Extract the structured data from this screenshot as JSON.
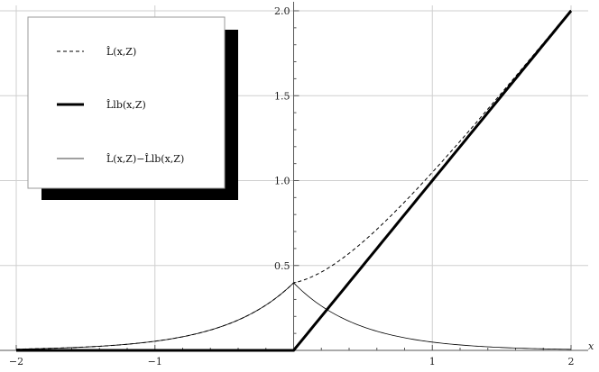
{
  "chart_data": {
    "type": "line",
    "title": "",
    "xlabel": "x",
    "ylabel": "",
    "xlim": [
      -2,
      2
    ],
    "ylim": [
      0,
      2.0
    ],
    "grid": true,
    "legend_position": "top-left",
    "x_ticks": [
      {
        "value": -2,
        "label": "−2"
      },
      {
        "value": -1,
        "label": "−1"
      },
      {
        "value": 1,
        "label": "1"
      },
      {
        "value": 2,
        "label": "2"
      }
    ],
    "y_ticks": [
      {
        "value": 0.5,
        "label": "0.5"
      },
      {
        "value": 1.0,
        "label": "1.0"
      },
      {
        "value": 1.5,
        "label": "1.5"
      },
      {
        "value": 2.0,
        "label": "2.0"
      }
    ],
    "x": [
      -2.0,
      -1.5,
      -1.0,
      -0.5,
      0.0,
      0.25,
      0.5,
      1.0,
      1.5,
      2.0
    ],
    "series": [
      {
        "name": "L̂(x,Z)",
        "style": "dashed",
        "color": "#000000",
        "values": [
          0.005,
          0.012,
          0.053,
          0.158,
          0.398,
          0.51,
          0.64,
          1.07,
          1.53,
          2.0
        ]
      },
      {
        "name": "L̂lb(x,Z)",
        "style": "thick",
        "color": "#000000",
        "values": [
          0.0,
          0.0,
          0.0,
          0.0,
          0.0,
          0.25,
          0.5,
          1.0,
          1.5,
          2.0
        ]
      },
      {
        "name": "L̂(x,Z)−L̂lb(x,Z)",
        "style": "thin",
        "color": "#000000",
        "values": [
          0.005,
          0.012,
          0.053,
          0.158,
          0.398,
          0.29,
          0.2,
          0.08,
          0.025,
          0.005
        ]
      }
    ]
  }
}
